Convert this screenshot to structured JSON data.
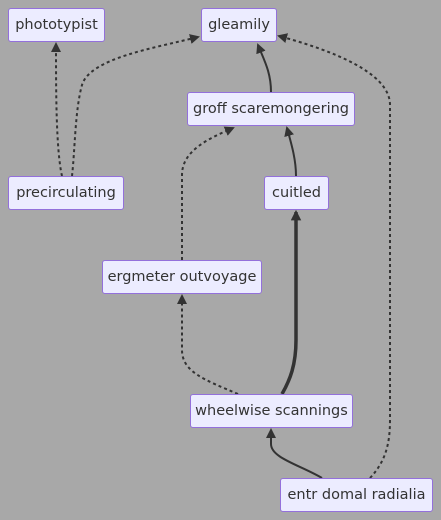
{
  "diagram": {
    "nodes": {
      "phototypist": "phototypist",
      "gleamily": "gleamily",
      "groff_scaremongering": "groff scaremongering",
      "precirculating": "precirculating",
      "cuitled": "cuitled",
      "ergmeter_outvoyage": "ergmeter outvoyage",
      "wheelwise_scannings": "wheelwise scannings",
      "entr_domal_radialia": "entr domal radialia"
    },
    "edges": [
      {
        "from": "precirculating",
        "to": "phototypist",
        "style": "dotted"
      },
      {
        "from": "precirculating",
        "to": "gleamily",
        "style": "dotted"
      },
      {
        "from": "groff_scaremongering",
        "to": "gleamily",
        "style": "solid"
      },
      {
        "from": "entr_domal_radialia",
        "to": "gleamily",
        "style": "dotted"
      },
      {
        "from": "cuitled",
        "to": "groff_scaremongering",
        "style": "solid"
      },
      {
        "from": "ergmeter_outvoyage",
        "to": "groff_scaremongering",
        "style": "dotted"
      },
      {
        "from": "wheelwise_scannings",
        "to": "cuitled",
        "style": "thick"
      },
      {
        "from": "wheelwise_scannings",
        "to": "ergmeter_outvoyage",
        "style": "dotted"
      },
      {
        "from": "entr_domal_radialia",
        "to": "wheelwise_scannings",
        "style": "solid"
      }
    ],
    "colors": {
      "background": "#a8a8a8",
      "node_fill": "#ececff",
      "node_border": "#9370db",
      "text": "#333333",
      "edge": "#333333"
    }
  }
}
